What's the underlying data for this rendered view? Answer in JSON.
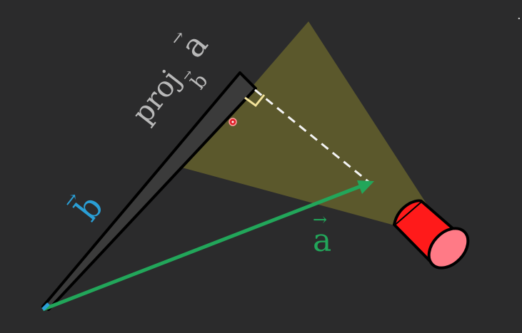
{
  "labels": {
    "proj": "proj",
    "proj_vector": "a",
    "proj_sub": "b",
    "b_vector": "b",
    "a_vector": "a",
    "arrow_glyph": "→",
    "corner_glyph": "·"
  },
  "colors": {
    "background": "#2b2b2c",
    "light_cone": "#5f5c2c",
    "projection_bar": "#3a3a3a",
    "projection_outline": "#000000",
    "vector_a": "#22a65a",
    "vector_b": "#2a9fd6",
    "proj_label": "#b9b9b9",
    "right_angle": "#f2e29a",
    "dashed_line": "#f4f4f4",
    "flashlight_body": "#ff1a1a",
    "flashlight_lens": "#ff7a86",
    "pointer": "#e0202a"
  },
  "icons": {
    "flashlight": "flashlight-icon",
    "pointer": "cursor-dot-icon"
  }
}
